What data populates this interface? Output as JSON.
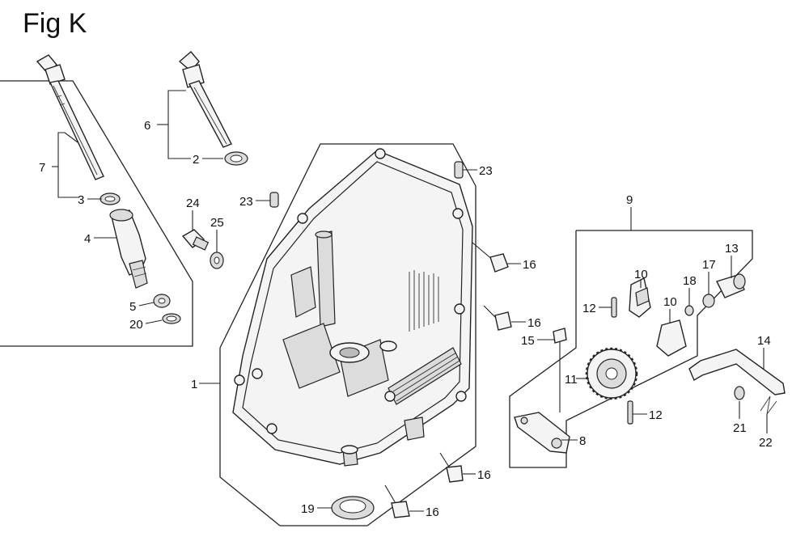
{
  "figure": {
    "title": "Fig K"
  },
  "callouts": [
    {
      "id": "c1",
      "label": "1"
    },
    {
      "id": "c2",
      "label": "2"
    },
    {
      "id": "c3",
      "label": "3"
    },
    {
      "id": "c4",
      "label": "4"
    },
    {
      "id": "c5",
      "label": "5"
    },
    {
      "id": "c6",
      "label": "6"
    },
    {
      "id": "c7",
      "label": "7"
    },
    {
      "id": "c8",
      "label": "8"
    },
    {
      "id": "c9",
      "label": "9"
    },
    {
      "id": "c10a",
      "label": "10"
    },
    {
      "id": "c10b",
      "label": "10"
    },
    {
      "id": "c11",
      "label": "11"
    },
    {
      "id": "c12a",
      "label": "12"
    },
    {
      "id": "c12b",
      "label": "12"
    },
    {
      "id": "c13",
      "label": "13"
    },
    {
      "id": "c14",
      "label": "14"
    },
    {
      "id": "c15",
      "label": "15"
    },
    {
      "id": "c16a",
      "label": "16"
    },
    {
      "id": "c16b",
      "label": "16"
    },
    {
      "id": "c16c",
      "label": "16"
    },
    {
      "id": "c16d",
      "label": "16"
    },
    {
      "id": "c17",
      "label": "17"
    },
    {
      "id": "c18",
      "label": "18"
    },
    {
      "id": "c19",
      "label": "19"
    },
    {
      "id": "c20",
      "label": "20"
    },
    {
      "id": "c21",
      "label": "21"
    },
    {
      "id": "c22",
      "label": "22"
    },
    {
      "id": "c23a",
      "label": "23"
    },
    {
      "id": "c23b",
      "label": "23"
    },
    {
      "id": "c24",
      "label": "24"
    },
    {
      "id": "c25",
      "label": "25"
    }
  ]
}
